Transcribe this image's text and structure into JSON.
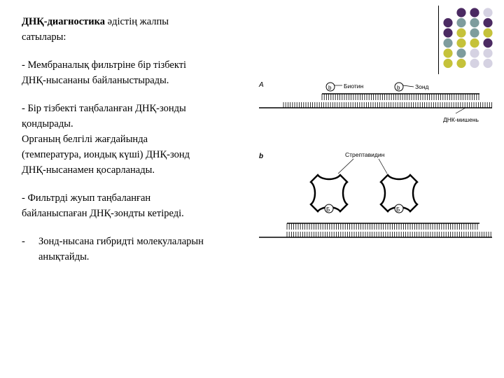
{
  "title_bold": "ДНҚ-диагностика",
  "title_rest": " әдістің жалпы",
  "title_line2": "сатылары:",
  "p1": [
    "- Мембраналық фильтріне бір тізбекті",
    "ДНҚ-нысананы байланыстырады."
  ],
  "p2": [
    "- Бір тізбекті таңбаланған ДНҚ-зонды",
    "қондырады.",
    "Органың белгілі жағдайында",
    "(температура, иондық күші) ДНҚ-зонд",
    "ДНҚ-нысанамен  қосарланады."
  ],
  "p3": [
    "- Фильтрді жуып таңбаланған",
    "байланыспаған ДНҚ-зондты кетіреді."
  ],
  "p4_dash": "-",
  "p4": [
    "Зонд-нысана гибридті молекулаларын",
    "анықтайды."
  ],
  "figure": {
    "label_a": "A",
    "label_b": "b",
    "biotin": "Биотин",
    "probe": "Зонд",
    "target": "ДНК-мишень",
    "streptavidin": "Стрептавидин",
    "b_letter": "Б",
    "b_letter_small": "b"
  },
  "colors": {
    "purple": "#4b2a62",
    "teal": "#7e9c9d",
    "olive": "#c5c23a",
    "lavender": "#d5d2e2"
  }
}
